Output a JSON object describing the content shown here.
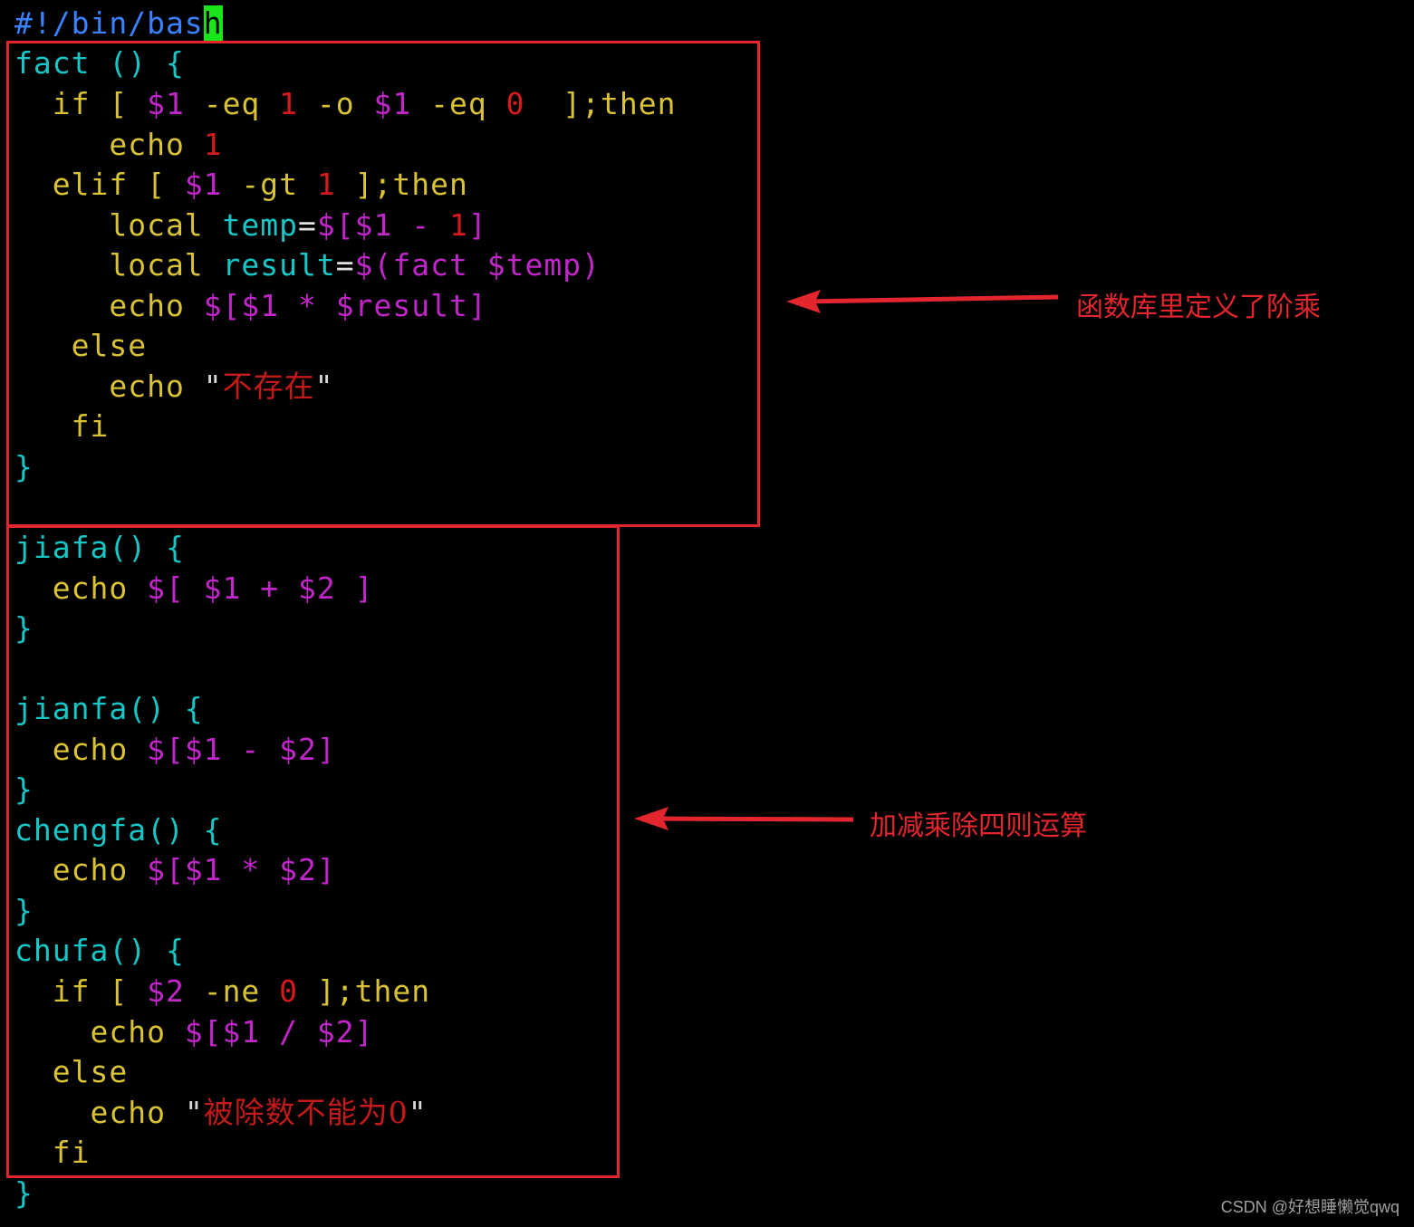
{
  "editor": {
    "lines": [
      [
        {
          "t": "#!/bin/bas",
          "c": "shebang"
        },
        {
          "t": "h",
          "c": "cursor"
        }
      ],
      [
        {
          "t": "fact () {",
          "c": "func"
        }
      ],
      [
        {
          "t": "  if [ ",
          "c": "kw"
        },
        {
          "t": "$1",
          "c": "var"
        },
        {
          "t": " -eq ",
          "c": "kw"
        },
        {
          "t": "1",
          "c": "num"
        },
        {
          "t": " -o ",
          "c": "kw"
        },
        {
          "t": "$1",
          "c": "var"
        },
        {
          "t": " -eq ",
          "c": "kw"
        },
        {
          "t": "0",
          "c": "num"
        },
        {
          "t": "  ];then",
          "c": "kw"
        }
      ],
      [
        {
          "t": "     echo ",
          "c": "kw"
        },
        {
          "t": "1",
          "c": "num"
        }
      ],
      [
        {
          "t": "  elif [ ",
          "c": "kw"
        },
        {
          "t": "$1",
          "c": "var"
        },
        {
          "t": " -gt ",
          "c": "kw"
        },
        {
          "t": "1",
          "c": "num"
        },
        {
          "t": " ];then",
          "c": "kw"
        }
      ],
      [
        {
          "t": "     local ",
          "c": "kw"
        },
        {
          "t": "temp",
          "c": "cmd"
        },
        {
          "t": "=",
          "c": "op"
        },
        {
          "t": "$[$1 - ",
          "c": "var"
        },
        {
          "t": "1",
          "c": "num"
        },
        {
          "t": "]",
          "c": "var"
        }
      ],
      [
        {
          "t": "     local ",
          "c": "kw"
        },
        {
          "t": "result",
          "c": "cmd"
        },
        {
          "t": "=",
          "c": "op"
        },
        {
          "t": "$(fact $temp)",
          "c": "var"
        }
      ],
      [
        {
          "t": "     echo ",
          "c": "kw"
        },
        {
          "t": "$[$1 * $result]",
          "c": "var"
        }
      ],
      [
        {
          "t": "   else",
          "c": "kw"
        }
      ],
      [
        {
          "t": "     echo ",
          "c": "kw"
        },
        {
          "t": "\"",
          "c": "plain"
        },
        {
          "t": "不存在",
          "c": "str"
        },
        {
          "t": "\"",
          "c": "plain"
        }
      ],
      [
        {
          "t": "   fi",
          "c": "kw"
        }
      ],
      [
        {
          "t": "}",
          "c": "brace"
        }
      ],
      [
        {
          "t": "",
          "c": "plain"
        }
      ],
      [
        {
          "t": "jiafa() {",
          "c": "func"
        }
      ],
      [
        {
          "t": "  echo ",
          "c": "kw"
        },
        {
          "t": "$[ $1 + $2 ]",
          "c": "var"
        }
      ],
      [
        {
          "t": "}",
          "c": "brace"
        }
      ],
      [
        {
          "t": "",
          "c": "plain"
        }
      ],
      [
        {
          "t": "jianfa() {",
          "c": "func"
        }
      ],
      [
        {
          "t": "  echo ",
          "c": "kw"
        },
        {
          "t": "$[$1 - $2]",
          "c": "var"
        }
      ],
      [
        {
          "t": "}",
          "c": "brace"
        }
      ],
      [
        {
          "t": "chengfa() {",
          "c": "func"
        }
      ],
      [
        {
          "t": "  echo ",
          "c": "kw"
        },
        {
          "t": "$[$1 * $2]",
          "c": "var"
        }
      ],
      [
        {
          "t": "}",
          "c": "brace"
        }
      ],
      [
        {
          "t": "chufa() {",
          "c": "func"
        }
      ],
      [
        {
          "t": "  if [ ",
          "c": "kw"
        },
        {
          "t": "$2",
          "c": "var"
        },
        {
          "t": " -ne ",
          "c": "kw"
        },
        {
          "t": "0",
          "c": "num"
        },
        {
          "t": " ];then",
          "c": "kw"
        }
      ],
      [
        {
          "t": "    echo ",
          "c": "kw"
        },
        {
          "t": "$[$1 / $2]",
          "c": "var"
        }
      ],
      [
        {
          "t": "  else",
          "c": "kw"
        }
      ],
      [
        {
          "t": "    echo ",
          "c": "kw"
        },
        {
          "t": "\"",
          "c": "plain"
        },
        {
          "t": "被除数不能为0",
          "c": "str"
        },
        {
          "t": "\"",
          "c": "plain"
        }
      ],
      [
        {
          "t": "  fi",
          "c": "kw"
        }
      ],
      [
        {
          "t": "}",
          "c": "brace"
        }
      ]
    ]
  },
  "annotations": {
    "factorial_note": "函数库里定义了阶乘",
    "arithmetic_note": "加减乘除四则运算"
  },
  "watermark": "CSDN @好想睡懒觉qwq",
  "colors": {
    "background": "#000000",
    "annotation": "#e3262e",
    "shebang": "#3a82ff",
    "function": "#17c6c6",
    "keyword": "#d9c234",
    "variable": "#c026c8",
    "number": "#d41a1a",
    "cursor": "#19e619"
  }
}
